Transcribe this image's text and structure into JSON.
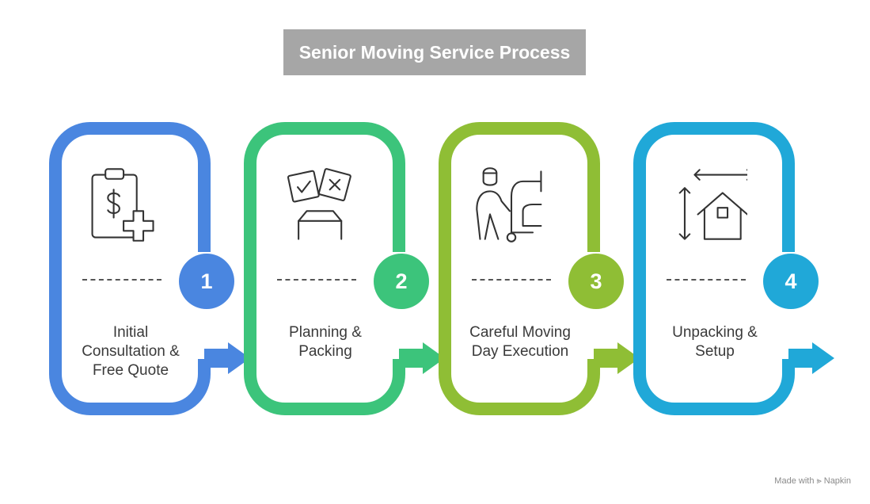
{
  "title": "Senior Moving Service Process",
  "footer": "Made with ⪢ Napkin",
  "steps": [
    {
      "number": "1",
      "label": "Initial Consultation & Free Quote",
      "color": "#4a86e0",
      "icon": "clipboard-dollar-plus-icon"
    },
    {
      "number": "2",
      "label": "Planning & Packing",
      "color": "#3cc47b",
      "icon": "checklist-box-icon"
    },
    {
      "number": "3",
      "label": "Careful Moving Day Execution",
      "color": "#8fbe35",
      "icon": "mover-dolly-icon"
    },
    {
      "number": "4",
      "label": "Unpacking & Setup",
      "color": "#20a8d8",
      "icon": "house-dimensions-icon"
    }
  ]
}
